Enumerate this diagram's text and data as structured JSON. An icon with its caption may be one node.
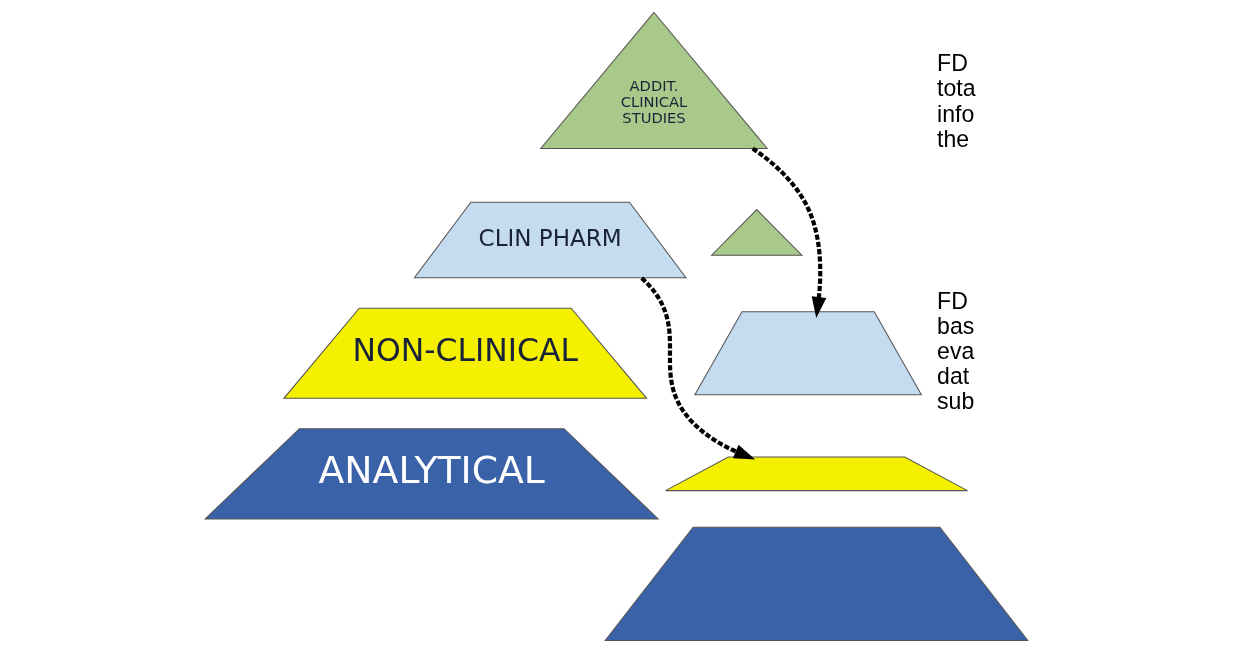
{
  "diagram": {
    "nodes": [
      {
        "text": [
          "ADDIT. CLINICAL STUDIES"
        ]
      },
      {
        "text": [
          "CLIN PHARM"
        ]
      },
      {
        "text": [
          "NON-CLINICAL"
        ]
      },
      {
        "text": [
          "ANALYTICAL"
        ]
      },
      {
        "text": [],
        "shape": "triangle"
      },
      {
        "text": [],
        "shape": "band"
      },
      {
        "text": [],
        "shape": "band"
      },
      {
        "text": [],
        "shape": "band"
      }
    ],
    "edges": [
      {
        "from": 0,
        "to": 5,
        "arrow": "to",
        "style": "dashed"
      },
      {
        "from": 1,
        "to": 6,
        "arrow": "to",
        "style": "dashed"
      }
    ],
    "labels": [
      "FD tota info the",
      "FD bas eva dat sub"
    ]
  }
}
